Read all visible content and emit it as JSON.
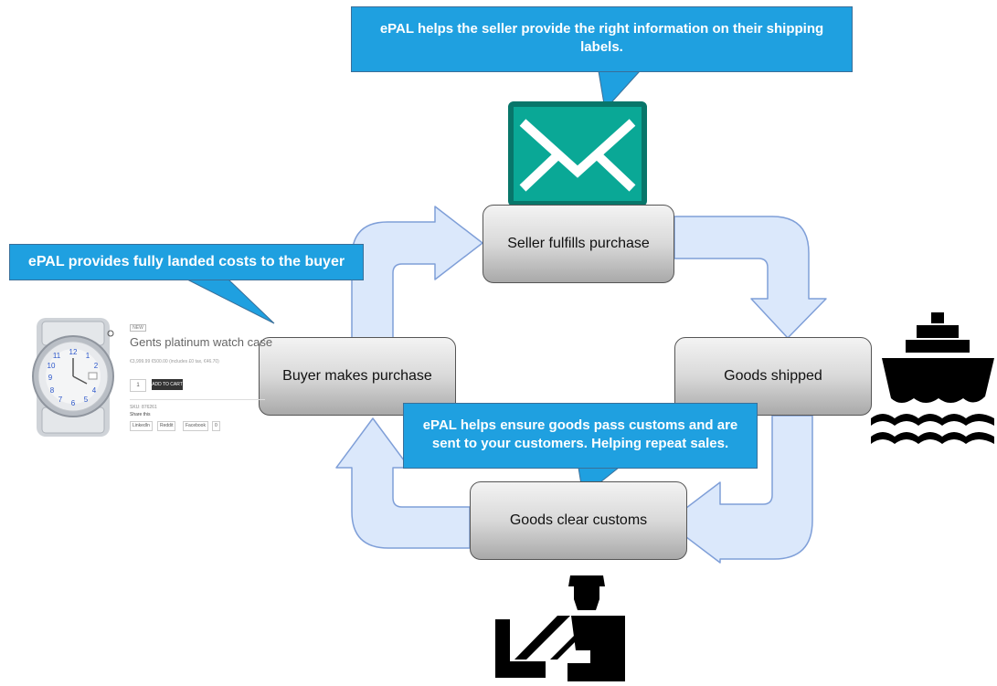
{
  "nodes": {
    "seller": "Seller fulfills purchase",
    "buyer": "Buyer makes purchase",
    "shipped": "Goods shipped",
    "customs": "Goods clear customs"
  },
  "callouts": {
    "shipping_labels": "ePAL helps the seller provide the right information on their shipping labels.",
    "landed_costs": "ePAL provides fully landed costs to the buyer",
    "customs_help": "ePAL helps ensure goods pass customs and are sent to your customers.  Helping repeat sales."
  },
  "product": {
    "tag": "NEW",
    "title": "Gents platinum watch case",
    "price": "€3,999.99 €500.00 (includes £0 tax, €46.70)",
    "qty": "1",
    "add_button": "ADD TO CART",
    "meta": "SKU: 876261",
    "share_title": "Share this",
    "share": [
      "LinkedIn",
      "Reddit",
      "Facebook",
      "0"
    ]
  },
  "icons": {
    "envelope": "envelope-icon",
    "ship": "ship-icon",
    "customs_officer": "customs-officer-icon",
    "watch": "watch-product-image"
  },
  "colors": {
    "callout": "#1fa0e0",
    "arrow_fill": "#dbe8fb",
    "arrow_stroke": "#7f9fd8",
    "envelope": "#0aa896",
    "envelope_border": "#08766a"
  }
}
